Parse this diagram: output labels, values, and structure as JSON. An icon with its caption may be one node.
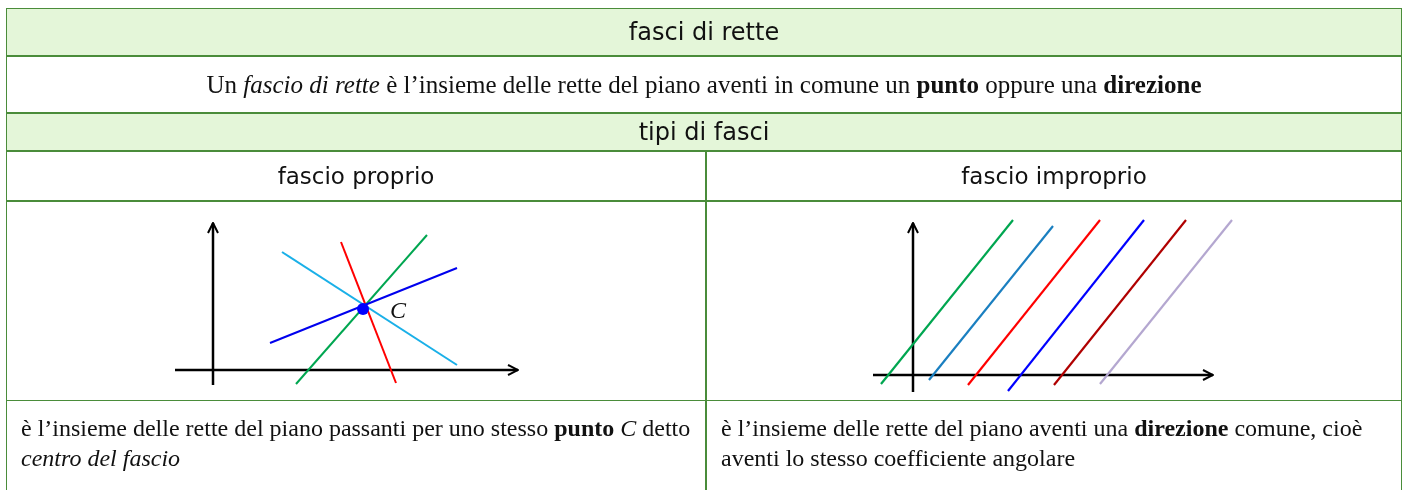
{
  "diagram": {
    "labels": [
      "fasci di rette",
      "Un *fascio di rette* è l’insieme delle rette del piano aventi in comune un **punto** oppure una **direzione**",
      "tipi di fasci",
      "fascio proprio",
      "fascio improprio",
      "C",
      "è l’insieme delle rette del piano passanti per uno stesso **punto** *C* detto *centro del fascio*",
      "è l’insieme delle rette del piano aventi una **direzione** comune, cioè aventi lo stesso coefficiente angolare"
    ]
  }
}
